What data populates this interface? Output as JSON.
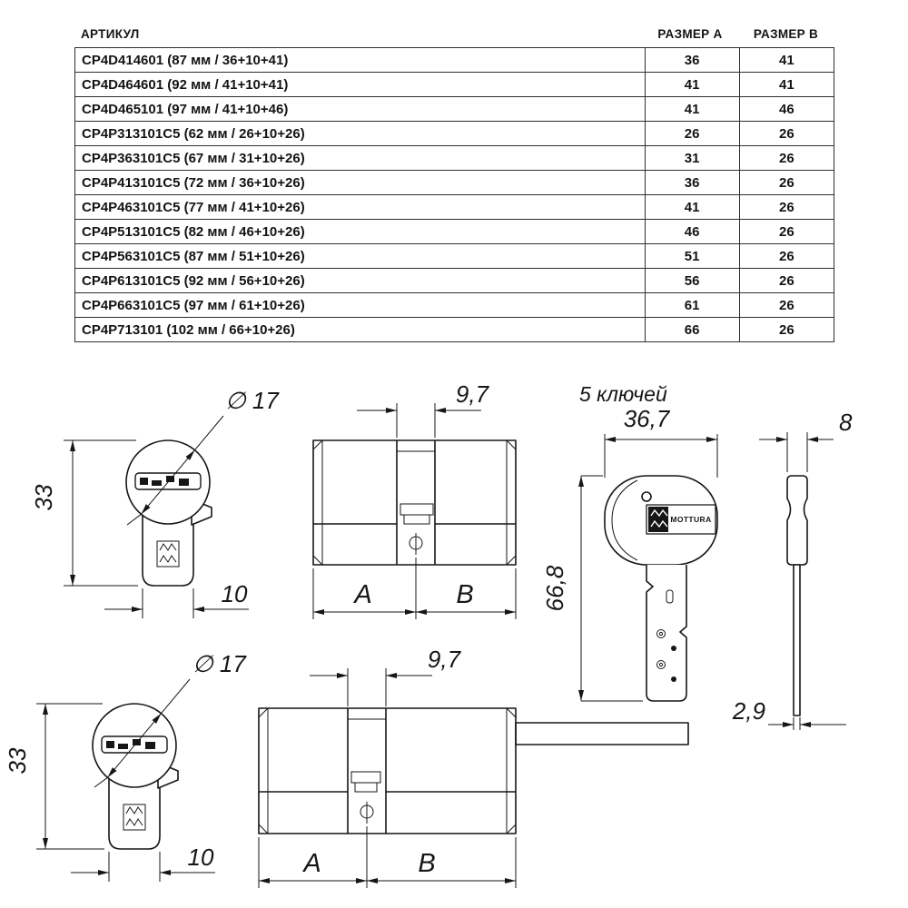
{
  "table": {
    "headers": [
      "АРТИКУЛ",
      "РАЗМЕР А",
      "РАЗМЕР В"
    ],
    "rows": [
      {
        "article": "CP4D414601 (87 мм / 36+10+41)",
        "size_a": "36",
        "size_b": "41"
      },
      {
        "article": "CP4D464601 (92 мм / 41+10+41)",
        "size_a": "41",
        "size_b": "41"
      },
      {
        "article": "CP4D465101 (97 мм / 41+10+46)",
        "size_a": "41",
        "size_b": "46"
      },
      {
        "article": "CP4P313101C5 (62 мм / 26+10+26)",
        "size_a": "26",
        "size_b": "26"
      },
      {
        "article": "CP4P363101C5 (67 мм / 31+10+26)",
        "size_a": "31",
        "size_b": "26"
      },
      {
        "article": "CP4P413101C5 (72 мм / 36+10+26)",
        "size_a": "36",
        "size_b": "26"
      },
      {
        "article": "CP4P463101C5 (77 мм / 41+10+26)",
        "size_a": "41",
        "size_b": "26"
      },
      {
        "article": "CP4P513101C5 (82 мм / 46+10+26)",
        "size_a": "46",
        "size_b": "26"
      },
      {
        "article": "CP4P563101C5 (87 мм / 51+10+26)",
        "size_a": "51",
        "size_b": "26"
      },
      {
        "article": "CP4P613101C5 (92 мм / 56+10+26)",
        "size_a": "56",
        "size_b": "26"
      },
      {
        "article": "CP4P663101C5 (97 мм / 61+10+26)",
        "size_a": "61",
        "size_b": "26"
      },
      {
        "article": "CP4P713101 (102 мм / 66+10+26)",
        "size_a": "66",
        "size_b": "26"
      }
    ]
  },
  "drawings": {
    "front_top": {
      "diameter": "∅ 17",
      "height": "33",
      "width": "10"
    },
    "profile_top": {
      "cam": "9,7",
      "a": "A",
      "b": "B"
    },
    "key": {
      "count_label": "5 ключей",
      "head_width": "36,7",
      "length": "66,8",
      "thickness": "8",
      "blade_thickness": "2,9",
      "brand": "MOTTURA"
    },
    "front_bottom": {
      "diameter": "∅ 17",
      "height": "33",
      "width": "10"
    },
    "profile_bottom": {
      "cam": "9,7",
      "a": "A",
      "b": "B"
    }
  }
}
